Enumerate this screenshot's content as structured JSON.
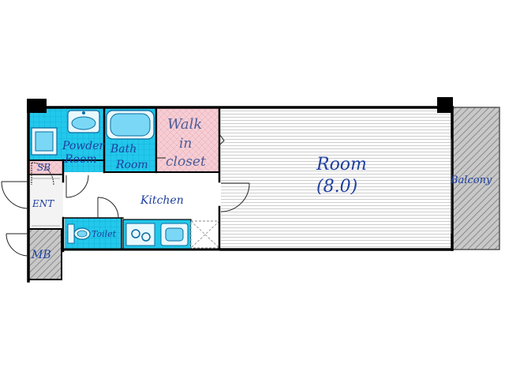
{
  "floorplan": {
    "colors": {
      "wall": "#000000",
      "water_area": "#22c8ec",
      "closet": "#f6cdd4",
      "sb": "#f6cdd4",
      "hatch_gray": "#b4b4b4",
      "label": "#1e3f9e",
      "fixture": "#3a7fd8"
    },
    "rooms": {
      "powder_room": {
        "line1": "Powder",
        "line2": "Room"
      },
      "bath_room": {
        "line1": "Bath",
        "line2": "Room"
      },
      "walk_in_closet": {
        "line1": "Walk",
        "line2": "in",
        "line3": "closet"
      },
      "main_room": {
        "name": "Room",
        "size": "(8.0)"
      },
      "balcony": {
        "name": "Balcony"
      },
      "kitchen": {
        "name": "Kitchen"
      },
      "toilet": {
        "name": "Toilet"
      },
      "sb": {
        "name": "SB"
      },
      "ent": {
        "name": "ENT"
      },
      "mb": {
        "name": "MB"
      }
    }
  }
}
